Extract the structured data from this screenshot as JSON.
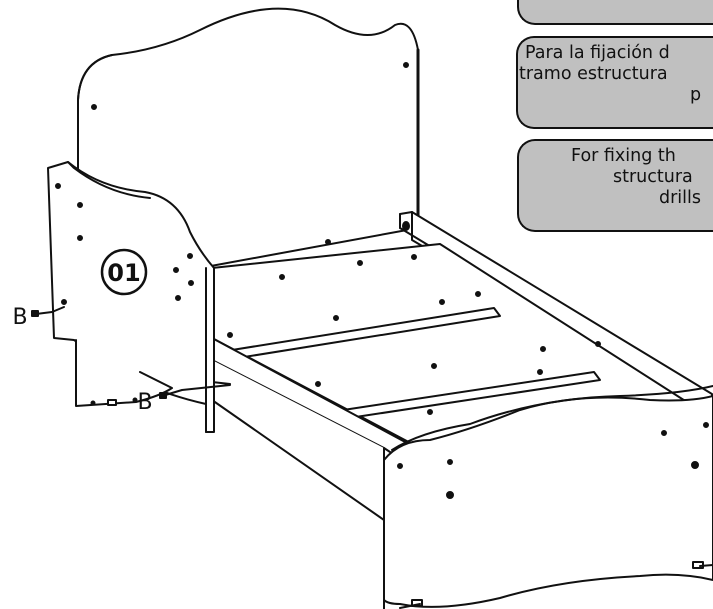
{
  "notes": {
    "top_box": "",
    "spanish": {
      "lines": [
        "Para la fijación d",
        "tramo estructura",
        "p"
      ]
    },
    "english": {
      "lines": [
        "For fixing th",
        "structura",
        "drills"
      ]
    }
  },
  "labels": {
    "step_number": "01",
    "screw_left": "B",
    "screw_lower": "B"
  },
  "colors": {
    "note_fill": "#c0c0c0",
    "line": "#111111",
    "panel": "#ffffff"
  }
}
